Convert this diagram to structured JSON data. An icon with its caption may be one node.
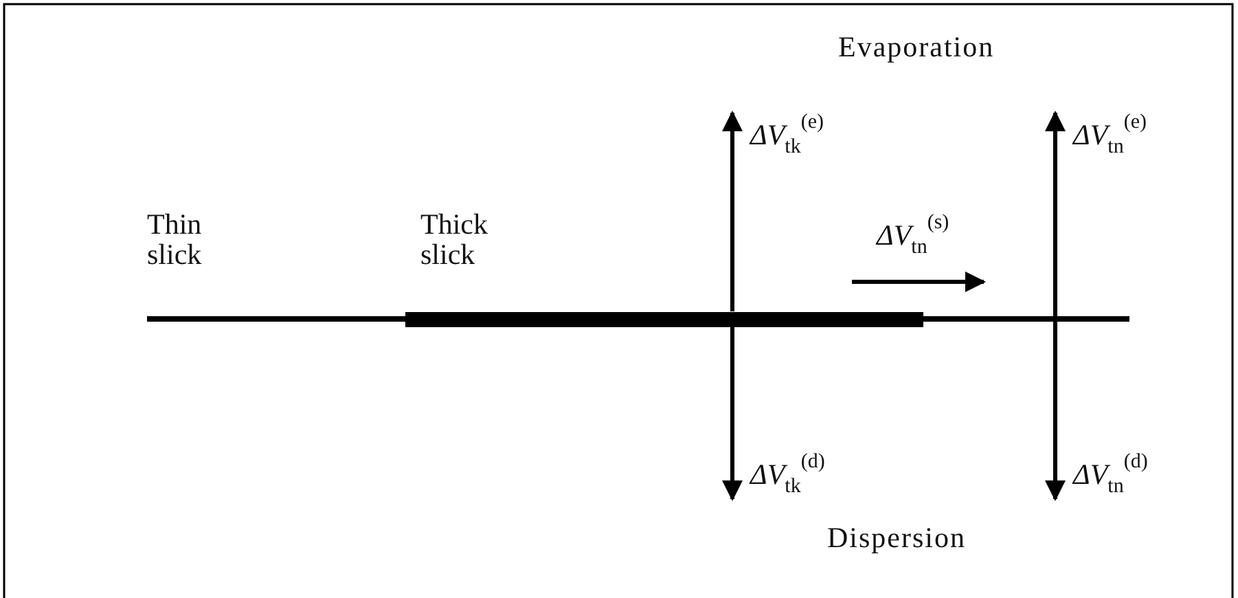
{
  "diagram": {
    "nodes": [
      {
        "text": [],
        "shape": "bar"
      },
      {
        "text": [],
        "shape": "bar"
      },
      {
        "text": [],
        "shape": "bar"
      },
      {
        "text": [
          "*ΔV*$_{tk}$$^{(e)}$"
        ]
      },
      {
        "text": [
          "*ΔV*$_{tn}$$^{(e)}$"
        ]
      },
      {
        "text": [
          "*ΔV*$_{tk}$$^{(d)}$"
        ]
      },
      {
        "text": [
          "*ΔV*$_{tn}$$^{(d)}$"
        ]
      }
    ],
    "edges": [
      {
        "from": 1,
        "to": 3,
        "arrow": "to"
      },
      {
        "from": 2,
        "to": 4,
        "arrow": "to"
      },
      {
        "from": 1,
        "to": 5,
        "arrow": "to"
      },
      {
        "from": 2,
        "to": 6,
        "arrow": "to"
      }
    ],
    "labels": [
      "Evaporation",
      "Thin slick",
      "Thick slick",
      "*ΔV*$_{tn}$$^{(s)}$",
      "Dispersion"
    ]
  }
}
